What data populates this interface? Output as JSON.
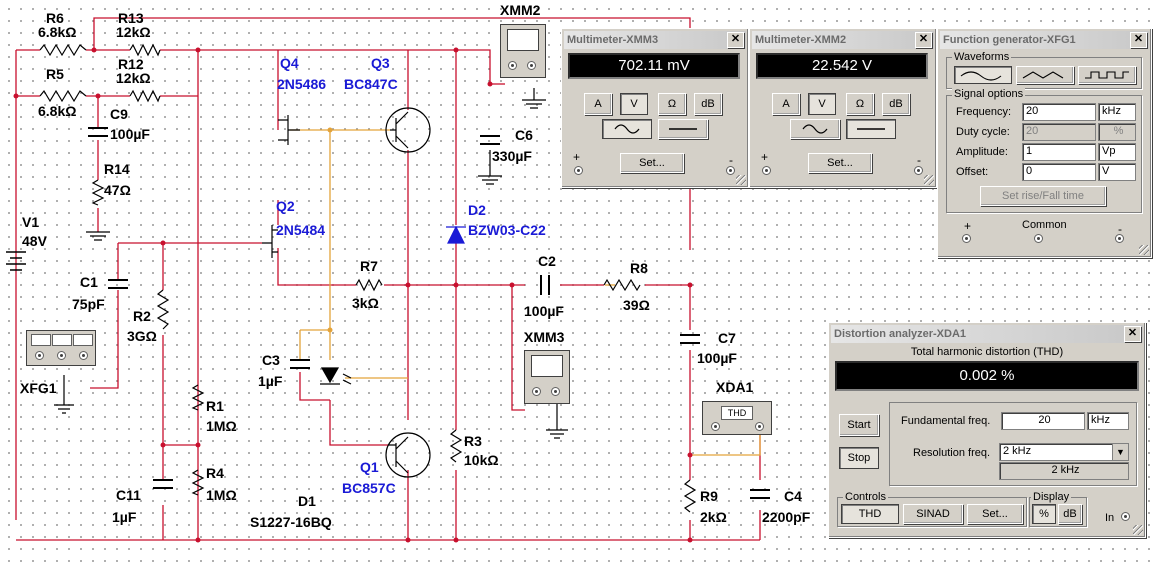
{
  "schematic": {
    "components": [
      {
        "id": "r6",
        "ref": "R6",
        "value": "6.8kΩ"
      },
      {
        "id": "r13",
        "ref": "R13",
        "value": "12kΩ"
      },
      {
        "id": "r5",
        "ref": "R5",
        "value": "6.8kΩ"
      },
      {
        "id": "r12",
        "ref": "R12",
        "value": "12kΩ"
      },
      {
        "id": "c9",
        "ref": "C9",
        "value": "100µF"
      },
      {
        "id": "r14",
        "ref": "R14",
        "value": "47Ω"
      },
      {
        "id": "v1",
        "ref": "V1",
        "value": "48V"
      },
      {
        "id": "q4",
        "ref": "Q4",
        "value": "2N5486"
      },
      {
        "id": "q3",
        "ref": "Q3",
        "value": "BC847C"
      },
      {
        "id": "q2",
        "ref": "Q2",
        "value": "2N5484"
      },
      {
        "id": "c1",
        "ref": "C1",
        "value": "75pF"
      },
      {
        "id": "r2",
        "ref": "R2",
        "value": "3GΩ"
      },
      {
        "id": "xfg1",
        "ref": "XFG1",
        "value": ""
      },
      {
        "id": "r7",
        "ref": "R7",
        "value": "3kΩ"
      },
      {
        "id": "c3",
        "ref": "C3",
        "value": "1µF"
      },
      {
        "id": "r1",
        "ref": "R1",
        "value": "1MΩ"
      },
      {
        "id": "r4",
        "ref": "R4",
        "value": "1MΩ"
      },
      {
        "id": "c11",
        "ref": "C11",
        "value": "1µF"
      },
      {
        "id": "d1",
        "ref": "D1",
        "value": "S1227-16BQ"
      },
      {
        "id": "q1",
        "ref": "Q1",
        "value": "BC857C"
      },
      {
        "id": "r3",
        "ref": "R3",
        "value": "10kΩ"
      },
      {
        "id": "d2",
        "ref": "D2",
        "value": "BZW03-C22"
      },
      {
        "id": "c2",
        "ref": "C2",
        "value": "100µF"
      },
      {
        "id": "r8",
        "ref": "R8",
        "value": "39Ω"
      },
      {
        "id": "xmm3",
        "ref": "XMM3",
        "value": ""
      },
      {
        "id": "xmm2",
        "ref": "XMM2",
        "value": ""
      },
      {
        "id": "c6",
        "ref": "C6",
        "value": "330µF"
      },
      {
        "id": "c7",
        "ref": "C7",
        "value": "100µF"
      },
      {
        "id": "xda1",
        "ref": "XDA1",
        "value": ""
      },
      {
        "id": "r9",
        "ref": "R9",
        "value": "2kΩ"
      },
      {
        "id": "c4",
        "ref": "C4",
        "value": "2200pF"
      }
    ],
    "xda_inner_label": "THD"
  },
  "colors": {
    "wire_red": "#c8102e",
    "wire_orange": "#e3a33a",
    "ref_blue": "#1a1ad6",
    "display_bg": "#000000"
  },
  "multimeter_xmm3": {
    "title": "Multimeter-XMM3",
    "reading": "702.11 mV",
    "buttons": [
      "A",
      "V",
      "Ω",
      "dB"
    ],
    "active_button": "V",
    "wave_modes": [
      "ac-wave-icon",
      "dc-line-icon"
    ],
    "active_mode": "ac-wave-icon",
    "set_label": "Set...",
    "plus": "+",
    "minus": "-"
  },
  "multimeter_xmm2": {
    "title": "Multimeter-XMM2",
    "reading": "22.542 V",
    "buttons": [
      "A",
      "V",
      "Ω",
      "dB"
    ],
    "active_button": "V",
    "wave_modes": [
      "ac-wave-icon",
      "dc-line-icon"
    ],
    "active_mode": "dc-line-icon",
    "set_label": "Set...",
    "plus": "+",
    "minus": "-"
  },
  "function_generator": {
    "title": "Function generator-XFG1",
    "waveforms_label": "Waveforms",
    "waveforms": [
      "sine-wave-icon",
      "triangle-wave-icon",
      "square-wave-icon"
    ],
    "active_waveform": "sine-wave-icon",
    "signal_options_label": "Signal options",
    "frequency_label": "Frequency:",
    "frequency_value": "20",
    "frequency_unit": "kHz",
    "duty_label": "Duty cycle:",
    "duty_value": "20",
    "duty_unit": "%",
    "amplitude_label": "Amplitude:",
    "amplitude_value": "1",
    "amplitude_unit": "Vp",
    "offset_label": "Offset:",
    "offset_value": "0",
    "offset_unit": "V",
    "rise_fall_label": "Set rise/Fall time",
    "common_label": "Common",
    "plus": "+",
    "minus": "-"
  },
  "distortion_analyzer": {
    "title": "Distortion analyzer-XDA1",
    "mode_heading": "Total harmonic distortion (THD)",
    "reading": "0.002 %",
    "start_label": "Start",
    "stop_label": "Stop",
    "fund_label": "Fundamental freq.",
    "fund_value": "20",
    "fund_unit": "kHz",
    "res_label": "Resolution freq.",
    "res_value": "2 kHz",
    "res_readout": "2 kHz",
    "controls_label": "Controls",
    "thd_label": "THD",
    "sinad_label": "SINAD",
    "set_label": "Set...",
    "display_label": "Display",
    "pct_label": "%",
    "db_label": "dB",
    "in_label": "In"
  }
}
